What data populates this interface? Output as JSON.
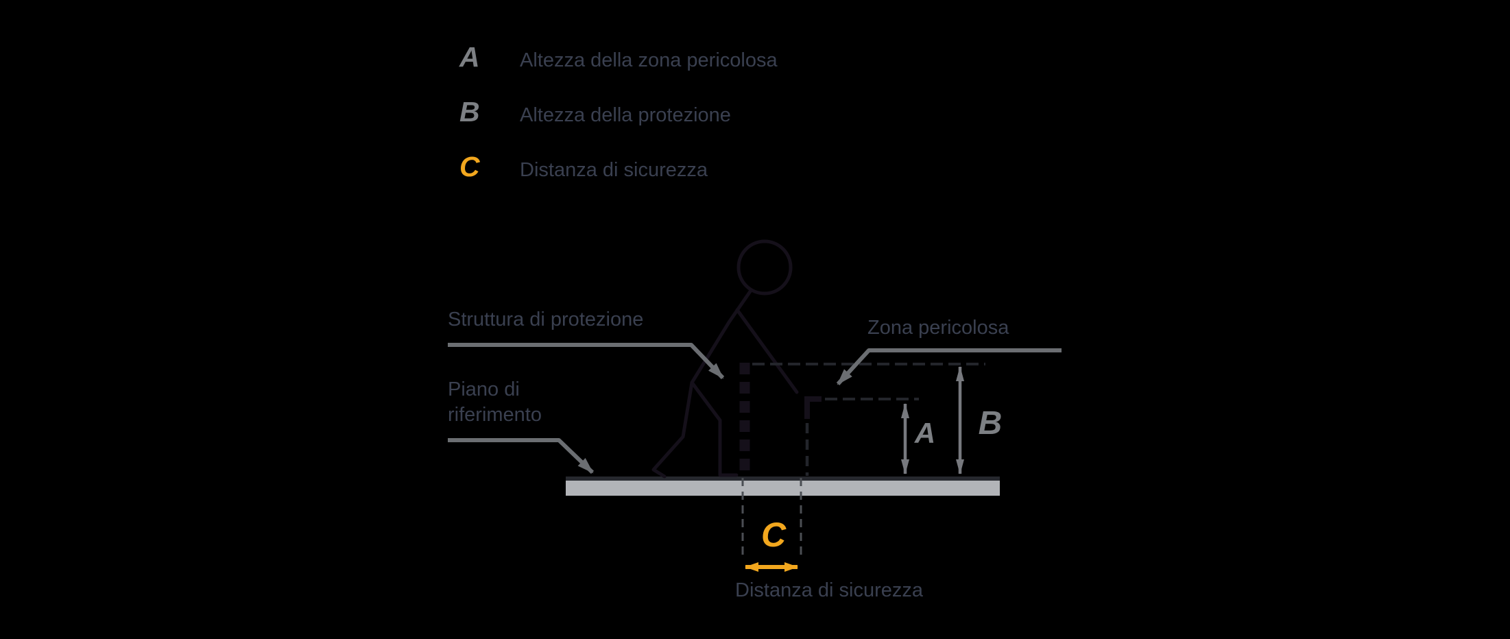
{
  "page": {
    "background": "#000000"
  },
  "legend": {
    "items": [
      {
        "key": "A",
        "label": "Altezza della zona pericolosa",
        "color": "#7d8084"
      },
      {
        "key": "B",
        "label": "Altezza della protezione",
        "color": "#7d8084"
      },
      {
        "key": "C",
        "label": "Distanza di sicurezza",
        "color": "#f2a71e"
      }
    ]
  },
  "diagram": {
    "labels": {
      "protection_structure": "Struttura di protezione",
      "reference_plane_l1": "Piano di",
      "reference_plane_l2": "riferimento",
      "danger_zone": "Zona pericolosa",
      "safety_distance": "Distanza di sicurezza",
      "measure_a": "A",
      "measure_b": "B",
      "measure_c": "C"
    },
    "colors": {
      "accent_yellow": "#f2a71e",
      "measure_gray": "#77797e",
      "letter_gray": "#7d8084",
      "leader_gray": "#6b6e72",
      "label_text": "#3a4050",
      "floor_fill": "#b2b4b8",
      "floor_edge": "#26282e",
      "figure_stroke": "#15101a",
      "dashed_dark": "#23252b",
      "tick_gray": "#4b4e53"
    }
  }
}
